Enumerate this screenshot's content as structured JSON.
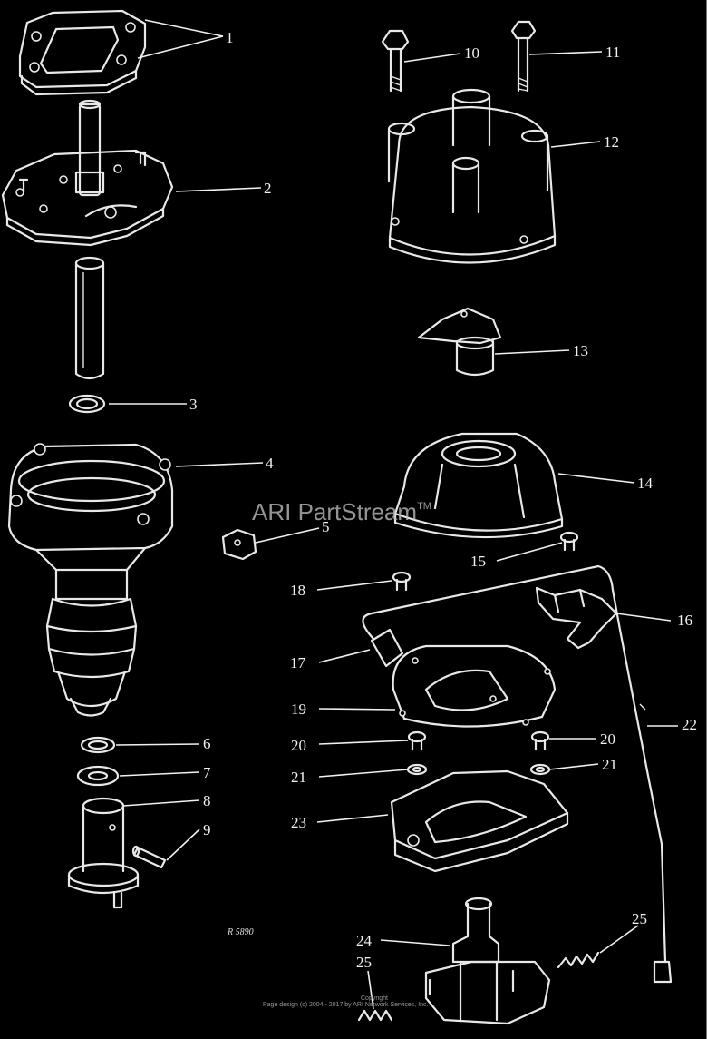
{
  "watermark": {
    "brand": "ARI PartStream",
    "mark": "TM"
  },
  "figure_ref": "R 5890",
  "copyright": {
    "line1": "Copyright",
    "line2": "Page design (c) 2004 - 2017 by ARI Network Services, Inc."
  },
  "callouts": [
    {
      "id": "c1",
      "label": "1"
    },
    {
      "id": "c2",
      "label": "2"
    },
    {
      "id": "c3",
      "label": "3"
    },
    {
      "id": "c4",
      "label": "4"
    },
    {
      "id": "c5",
      "label": "5"
    },
    {
      "id": "c6",
      "label": "6"
    },
    {
      "id": "c7",
      "label": "7"
    },
    {
      "id": "c8",
      "label": "8"
    },
    {
      "id": "c9",
      "label": "9"
    },
    {
      "id": "c10",
      "label": "10"
    },
    {
      "id": "c11",
      "label": "11"
    },
    {
      "id": "c12",
      "label": "12"
    },
    {
      "id": "c13",
      "label": "13"
    },
    {
      "id": "c14",
      "label": "14"
    },
    {
      "id": "c15",
      "label": "15"
    },
    {
      "id": "c16",
      "label": "16"
    },
    {
      "id": "c17",
      "label": "17"
    },
    {
      "id": "c18",
      "label": "18"
    },
    {
      "id": "c19",
      "label": "19"
    },
    {
      "id": "c20a",
      "label": "20"
    },
    {
      "id": "c20b",
      "label": "20"
    },
    {
      "id": "c21a",
      "label": "21"
    },
    {
      "id": "c21b",
      "label": "21"
    },
    {
      "id": "c22",
      "label": "22"
    },
    {
      "id": "c23",
      "label": "23"
    },
    {
      "id": "c24",
      "label": "24"
    },
    {
      "id": "c25a",
      "label": "25"
    },
    {
      "id": "c25b",
      "label": "25"
    }
  ]
}
